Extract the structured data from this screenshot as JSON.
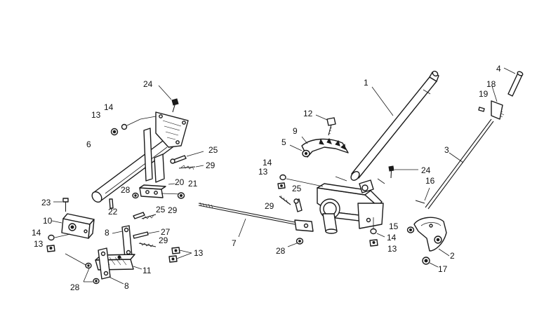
{
  "diagram": {
    "labels": [
      {
        "id": "l1",
        "text": "1"
      },
      {
        "id": "l2",
        "text": "2"
      },
      {
        "id": "l3",
        "text": "3"
      },
      {
        "id": "l4",
        "text": "4"
      },
      {
        "id": "l5",
        "text": "5"
      },
      {
        "id": "l6",
        "text": "6"
      },
      {
        "id": "l7",
        "text": "7"
      },
      {
        "id": "l8a",
        "text": "8"
      },
      {
        "id": "l8b",
        "text": "8"
      },
      {
        "id": "l9",
        "text": "9"
      },
      {
        "id": "l10",
        "text": "10"
      },
      {
        "id": "l11",
        "text": "11"
      },
      {
        "id": "l12",
        "text": "12"
      },
      {
        "id": "l13a",
        "text": "13"
      },
      {
        "id": "l13b",
        "text": "13"
      },
      {
        "id": "l13c",
        "text": "13"
      },
      {
        "id": "l13d",
        "text": "13"
      },
      {
        "id": "l13e",
        "text": "13"
      },
      {
        "id": "l14a",
        "text": "14"
      },
      {
        "id": "l14b",
        "text": "14"
      },
      {
        "id": "l14c",
        "text": "14"
      },
      {
        "id": "l14d",
        "text": "14"
      },
      {
        "id": "l15",
        "text": "15"
      },
      {
        "id": "l16",
        "text": "16"
      },
      {
        "id": "l17",
        "text": "17"
      },
      {
        "id": "l18",
        "text": "18"
      },
      {
        "id": "l19",
        "text": "19"
      },
      {
        "id": "l20",
        "text": "20"
      },
      {
        "id": "l21",
        "text": "21"
      },
      {
        "id": "l22",
        "text": "22"
      },
      {
        "id": "l23",
        "text": "23"
      },
      {
        "id": "l24a",
        "text": "24"
      },
      {
        "id": "l24b",
        "text": "24"
      },
      {
        "id": "l25a",
        "text": "25"
      },
      {
        "id": "l25b",
        "text": "25"
      },
      {
        "id": "l25c",
        "text": "25"
      },
      {
        "id": "l27",
        "text": "27"
      },
      {
        "id": "l28a",
        "text": "28"
      },
      {
        "id": "l28b",
        "text": "28"
      },
      {
        "id": "l28c",
        "text": "28"
      },
      {
        "id": "l29a",
        "text": "29"
      },
      {
        "id": "l29b",
        "text": "29"
      },
      {
        "id": "l29c",
        "text": "29"
      },
      {
        "id": "l29d",
        "text": "29"
      }
    ]
  }
}
